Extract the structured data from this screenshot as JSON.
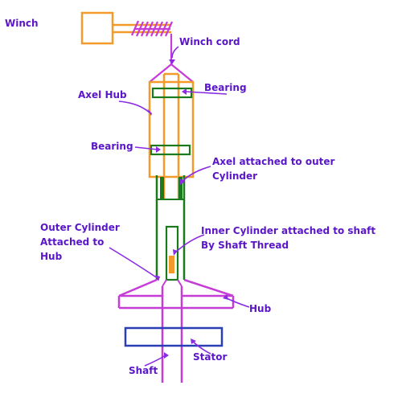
{
  "diagram": {
    "labels": {
      "winch": "Winch",
      "winch_cord": "Winch cord",
      "bearing_top": "Bearing",
      "axel_hub": "Axel Hub",
      "bearing_lower": "Bearing",
      "axel_attached_1": "Axel attached to outer",
      "axel_attached_2": "Cylinder",
      "outer_cyl_1": "Outer Cylinder",
      "outer_cyl_2": "Attached to",
      "outer_cyl_3": "Hub",
      "inner_cyl_1": "Inner Cylinder attached to shaft",
      "inner_cyl_2": "By Shaft Thread",
      "hub": "Hub",
      "stator": "Stator",
      "shaft": "Shaft"
    },
    "colors": {
      "orange": "#f39a2a",
      "magenta": "#c53cd6",
      "green": "#1b7a1b",
      "blue": "#2a3fb5",
      "purple": "#5a16c8",
      "arrow": "#8a2be2"
    }
  }
}
